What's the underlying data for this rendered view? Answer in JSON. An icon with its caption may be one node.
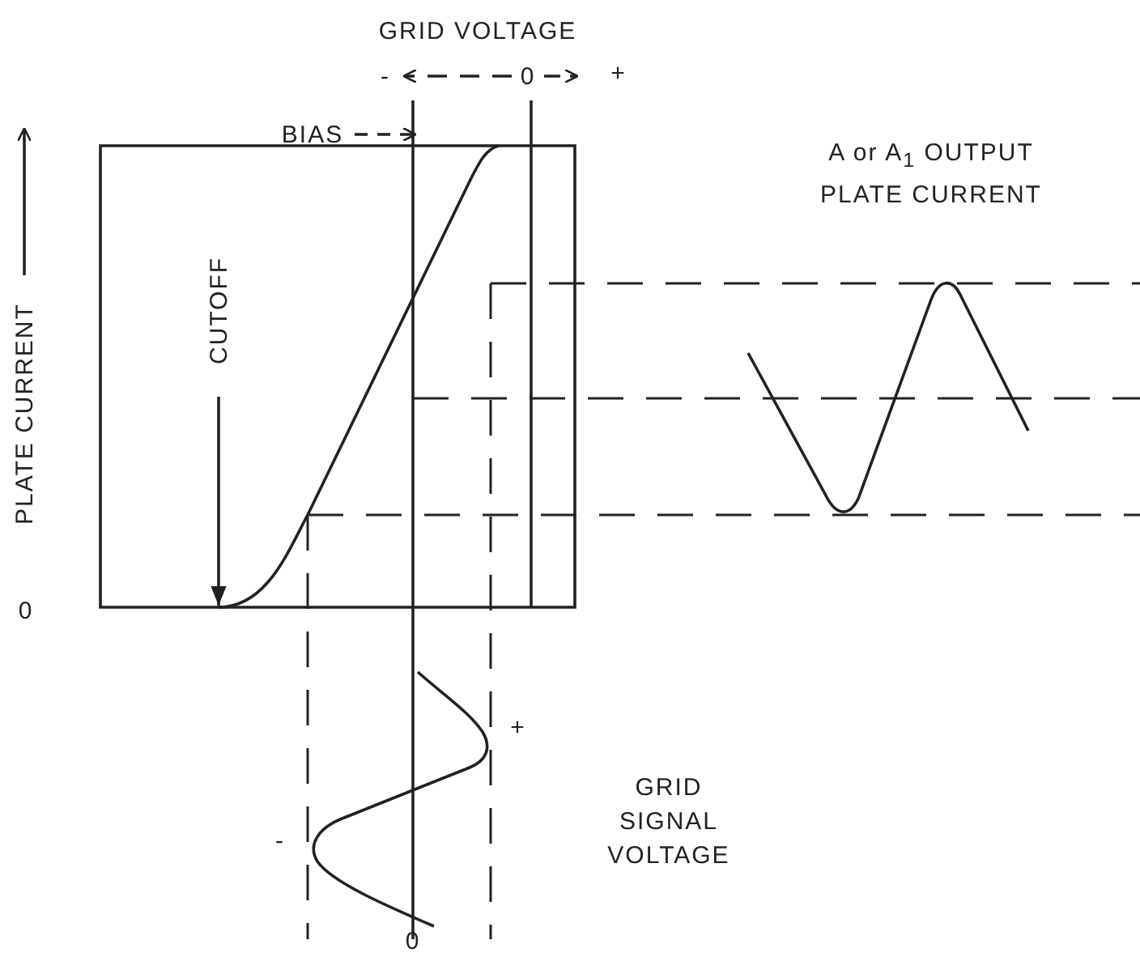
{
  "diagram": {
    "nodes": [
      {
        "text": [
          "BIAS"
        ]
      },
      {
        "text": [],
        "shape": "line"
      },
      {
        "text": [
          "CUTOFF"
        ]
      },
      {
        "text": [],
        "shape": "curve"
      }
    ],
    "edges": [
      {
        "from": 0,
        "to": 1,
        "arrow": "to",
        "style": "dashed"
      },
      {
        "from": 2,
        "to": 3,
        "arrow": "to"
      }
    ],
    "labels": [
      "GRID VOLTAGE",
      "-",
      "0",
      "+",
      "A or A$_{1}$ OUTPUT PLATE CURRENT",
      "PLATE CURRENT",
      "0",
      "+",
      "GRID SIGNAL VOLTAGE",
      "-",
      "0"
    ]
  }
}
